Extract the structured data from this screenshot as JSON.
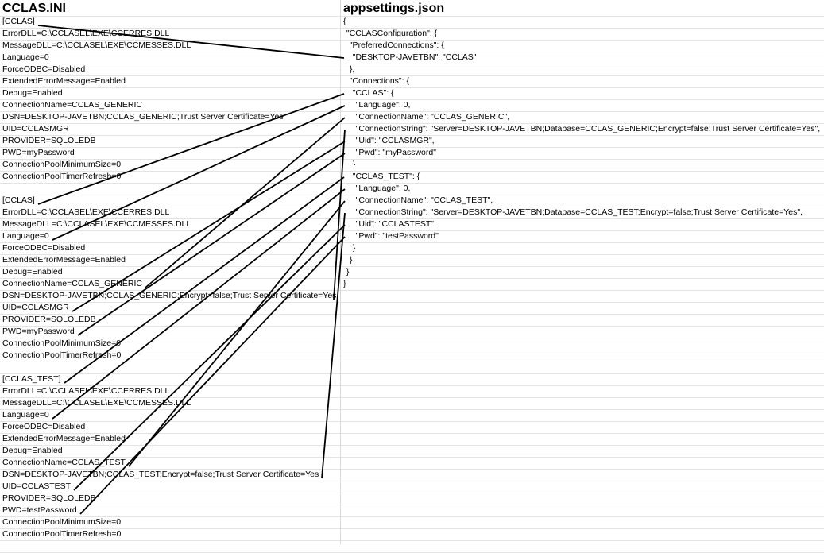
{
  "ini_heading": "CCLAS.INI",
  "json_heading": "appsettings.json",
  "ini_lines": [
    "[CCLAS]",
    "ErrorDLL=C:\\CCLASEL\\EXE\\CCERRES.DLL",
    "MessageDLL=C:\\CCLASEL\\EXE\\CCMESSES.DLL",
    "Language=0",
    "ForceODBC=Disabled",
    "ExtendedErrorMessage=Enabled",
    "Debug=Enabled",
    "ConnectionName=CCLAS_GENERIC",
    "DSN=DESKTOP-JAVETBN;CCLAS_GENERIC;Trust Server Certificate=Yes",
    "UID=CCLASMGR",
    "PROVIDER=SQLOLEDB",
    "PWD=myPassword",
    "ConnectionPoolMinimumSize=0",
    "ConnectionPoolTimerRefresh=0",
    "",
    "[CCLAS]",
    "ErrorDLL=C:\\CCLASEL\\EXE\\CCERRES.DLL",
    "MessageDLL=C:\\CCLASEL\\EXE\\CCMESSES.DLL",
    "Language=0",
    "ForceODBC=Disabled",
    "ExtendedErrorMessage=Enabled",
    "Debug=Enabled",
    "ConnectionName=CCLAS_GENERIC",
    "DSN=DESKTOP-JAVETBN;CCLAS_GENERIC;Encrypt=false;Trust Server Certificate=Yes",
    "UID=CCLASMGR",
    "PROVIDER=SQLOLEDB",
    "PWD=myPassword",
    "ConnectionPoolMinimumSize=0",
    "ConnectionPoolTimerRefresh=0",
    "",
    "[CCLAS_TEST]",
    "ErrorDLL=C:\\CCLASEL\\EXE\\CCERRES.DLL",
    "MessageDLL=C:\\CCLASEL\\EXE\\CCMESSES.DLL",
    "Language=0",
    "ForceODBC=Disabled",
    "ExtendedErrorMessage=Enabled",
    "Debug=Enabled",
    "ConnectionName=CCLAS_TEST",
    "DSN=DESKTOP-JAVETBN;CCLAS_TEST;Encrypt=false;Trust Server Certificate=Yes",
    "UID=CCLASTEST",
    "PROVIDER=SQLOLEDB",
    "PWD=testPassword",
    "ConnectionPoolMinimumSize=0",
    "ConnectionPoolTimerRefresh=0"
  ],
  "json_lines": [
    "{",
    " \"CCLASConfiguration\": {",
    "  \"PreferredConnections\": {",
    "   \"DESKTOP-JAVETBN\": \"CCLAS\"",
    "  },",
    "  \"Connections\": {",
    "   \"CCLAS\": {",
    "    \"Language\": 0,",
    "    \"ConnectionName\": \"CCLAS_GENERIC\",",
    "    \"ConnectionString\": \"Server=DESKTOP-JAVETBN;Database=CCLAS_GENERIC;Encrypt=false;Trust Server Certificate=Yes\",",
    "    \"Uid\": \"CCLASMGR\",",
    "    \"Pwd\": \"myPassword\"",
    "   }",
    "   \"CCLAS_TEST\": {",
    "    \"Language\": 0,",
    "    \"ConnectionName\": \"CCLAS_TEST\",",
    "    \"ConnectionString\": \"Server=DESKTOP-JAVETBN;Database=CCLAS_TEST;Encrypt=false;Trust Server Certificate=Yes\",",
    "    \"Uid\": \"CCLASTEST\",",
    "    \"Pwd\": \"testPassword\"",
    "   }",
    "  }",
    " }",
    "}"
  ],
  "mappings": [
    {
      "ini_line": 0,
      "json_line": 3
    },
    {
      "ini_line": 15,
      "json_line": 6
    },
    {
      "ini_line": 18,
      "json_line": 7
    },
    {
      "ini_line": 22,
      "json_line": 8
    },
    {
      "ini_line": 23,
      "json_line": 9
    },
    {
      "ini_line": 24,
      "json_line": 10
    },
    {
      "ini_line": 26,
      "json_line": 11
    },
    {
      "ini_line": 30,
      "json_line": 13
    },
    {
      "ini_line": 33,
      "json_line": 14
    },
    {
      "ini_line": 37,
      "json_line": 15
    },
    {
      "ini_line": 38,
      "json_line": 16
    },
    {
      "ini_line": 39,
      "json_line": 17
    },
    {
      "ini_line": 41,
      "json_line": 18
    }
  ]
}
